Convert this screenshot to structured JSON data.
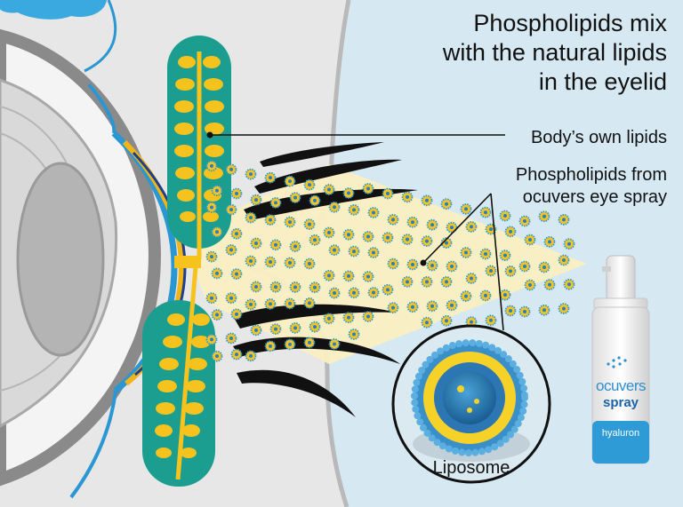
{
  "title": [
    "Phospholipids mix",
    "with the natural lipids",
    "in the eyelid"
  ],
  "labels": {
    "body_lipids": "Body’s own lipids",
    "phospholipids": [
      "Phospholipids from",
      "ocuvers eye spray"
    ],
    "liposome": "Liposome"
  },
  "bottle": {
    "brand": "ocuvers",
    "product": "spray",
    "variant": "hyaluron"
  },
  "colors": {
    "background": "#d6e8f1",
    "eyelid_gray": "#e6e6e6",
    "gland_teal": "#1b9e8f",
    "lipid_yellow": "#f6c21d",
    "spray_cone": "#fbefc2",
    "liposome_blue": "#2d7fb8"
  }
}
